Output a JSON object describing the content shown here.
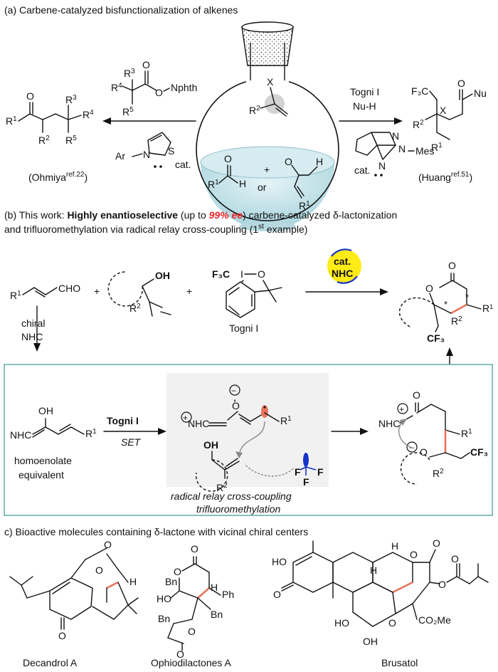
{
  "section_a": {
    "heading": "(a) Carbene-catalyzed bisfunctionalization of alkenes",
    "left_reagent_r4": "R",
    "left_reagent_o": "O",
    "left_reagent_nphth": "Nphth",
    "left_ref": "(Ohmiya",
    "left_ref_sup": "ref.22",
    "left_ref_close": ")",
    "left_cat": "cat.",
    "left_cat_n": "N",
    "left_cat_s": "S",
    "left_cat_ar": "Ar",
    "right_reagent_1": "Togni I",
    "right_reagent_2": "Nu-H",
    "right_cat": "cat.",
    "right_cat_mes": "Mes",
    "right_ref": "(Huang",
    "right_ref_sup": "ref.51",
    "right_ref_close": ")",
    "right_product_f3c": "F₃C",
    "right_product_nu": "Nu",
    "right_product_x": "X",
    "flask_or": "or",
    "flask_plus": "+",
    "flask_x": "X"
  },
  "section_b": {
    "heading_pre": "(b) This work: ",
    "heading_bold": "Highly enantioselective",
    "heading_mid": " (up to ",
    "heading_red": "99% ee",
    "heading_post": ") carbene-catalyzed δ-lactonization",
    "heading_line2": "and trifluoromethylation via radical relay cross-coupling (1",
    "heading_sup": "st",
    "heading_line2_end": " example)",
    "reagent_cho": "CHO",
    "reagent_oh": "OH",
    "reagent_f3c": "F₃C",
    "reagent_togni": "Togni I",
    "badge_line1": "cat.",
    "badge_line2": "NHC",
    "chiral_1": "chiral",
    "chiral_2": "NHC",
    "product_cf3": "CF₃",
    "homoenolate_1": "homoenolate",
    "homoenolate_2": "equivalent",
    "arrow_togni": "Togni I",
    "arrow_set": "SET",
    "radical_caption_1": "radical relay cross-coupling",
    "radical_caption_2": "trifluoromethylation",
    "intermediate_cf3": "CF₃"
  },
  "section_c": {
    "heading": "c) Bioactive molecules containing δ-lactone with vicinal chiral centers",
    "mol1": "Decandrol A",
    "mol2": "Ophiodilactones A",
    "mol3": "Brusatol",
    "ph": "Ph",
    "bn": "Bn",
    "ho": "HO",
    "co2me": "CO₂Me"
  },
  "colors": {
    "accent_blue": "#1733c6",
    "accent_red": "#e8262a",
    "bond_red": "#e8735c",
    "box_border": "#4fa79d",
    "badge_yellow": "#ffec17"
  }
}
